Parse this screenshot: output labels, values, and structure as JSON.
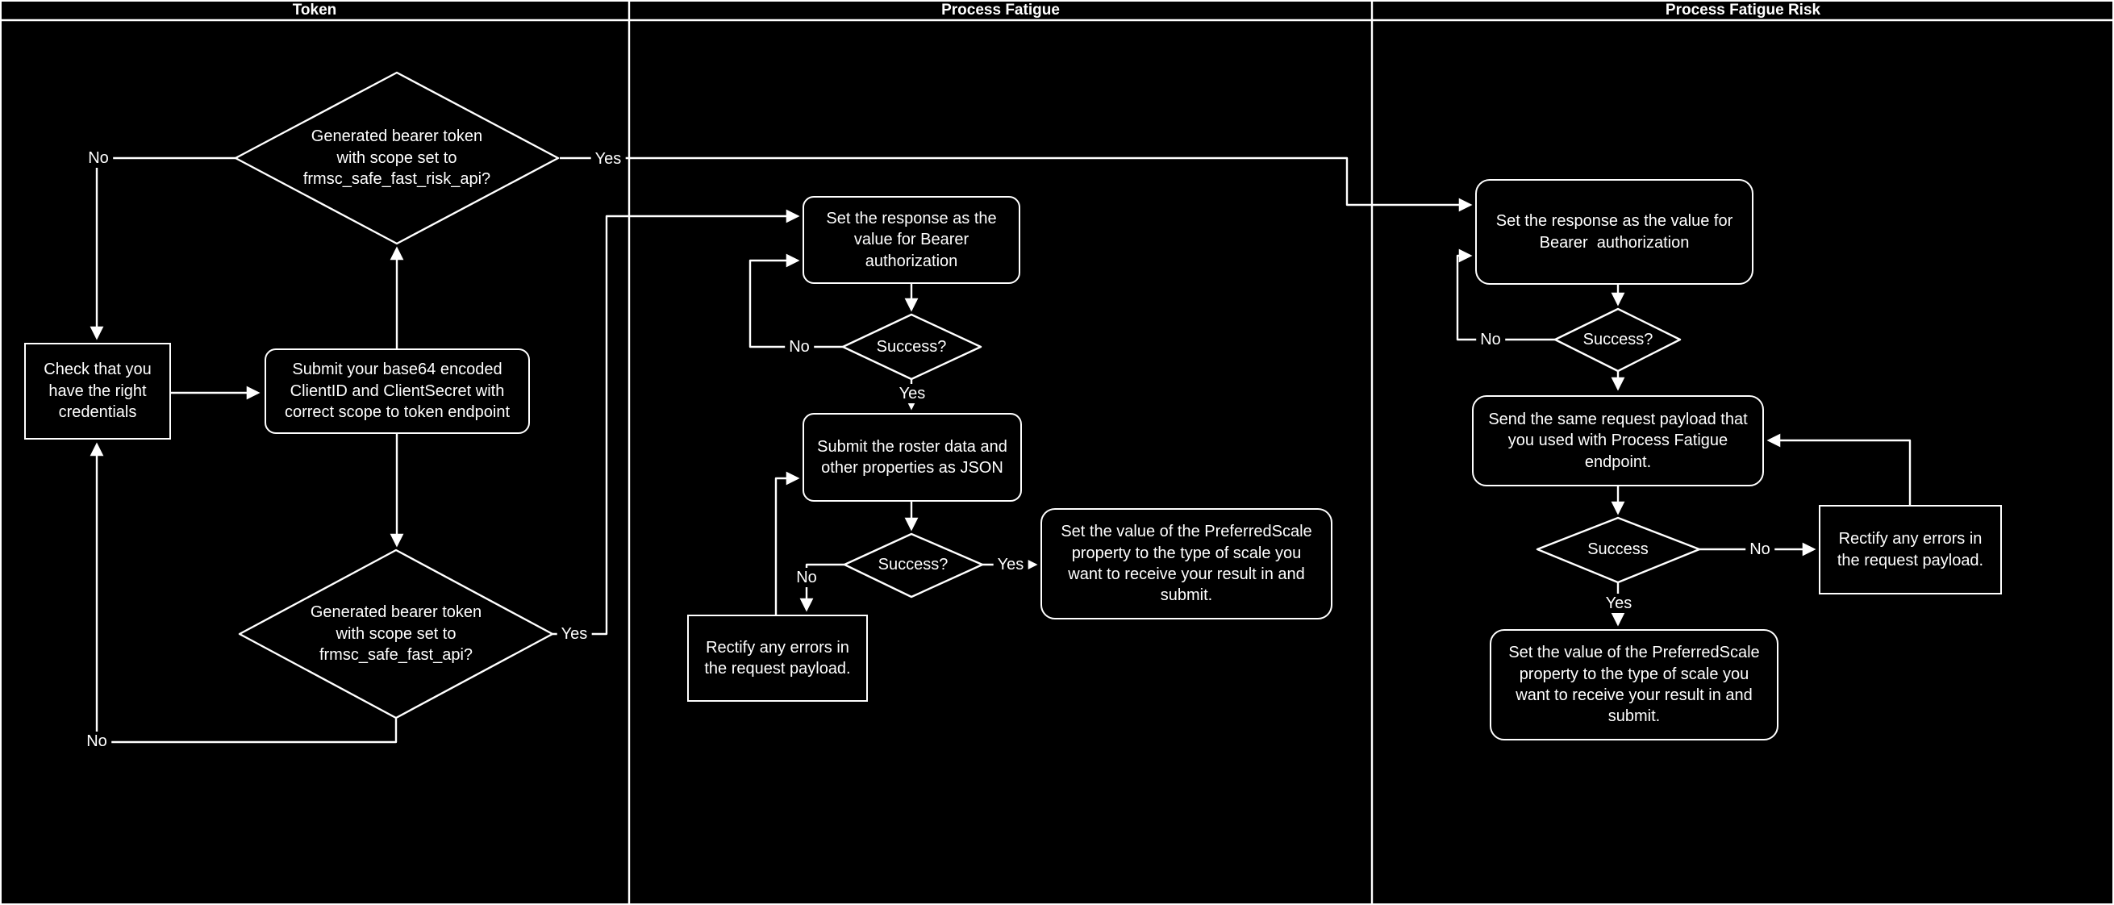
{
  "swimlanes": {
    "token": "Token",
    "process_fatigue": "Process Fatigue",
    "process_fatigue_risk": "Process Fatigue Risk"
  },
  "token": {
    "diamond_risk_scope": "Generated bearer token\nwith scope set to\nfrmsc_safe_fast_risk_api?",
    "check_credentials": "Check that you\nhave the right\ncredentials",
    "submit_credentials": "Submit your base64 encoded\nClientID and ClientSecret with\ncorrect scope to token endpoint",
    "diamond_fast_scope": "Generated bearer token\nwith scope set to\nfrmsc_safe_fast_api?",
    "label_no_top": "No",
    "label_yes_top": "Yes",
    "label_no_bottom": "No",
    "label_yes_bottom": "Yes"
  },
  "process_fatigue": {
    "set_response": "Set the response as the\nvalue for Bearer\nauthorization",
    "success_1": "Success?",
    "label_no_1": "No",
    "label_yes_1": "Yes",
    "submit_roster": "Submit the roster data and\nother properties as JSON",
    "success_2": "Success?",
    "label_no_2": "No",
    "label_yes_2": "Yes",
    "rectify": "Rectify any errors in\nthe request payload.",
    "set_scale": "Set the value of the PreferredScale\nproperty to the type of scale you\nwant to receive your result in and\nsubmit."
  },
  "process_fatigue_risk": {
    "set_response": "Set the response as the value for\nBearer  authorization",
    "success_1": "Success?",
    "label_no_1": "No",
    "send_payload": "Send the same request payload that\nyou used with Process Fatigue\nendpoint.",
    "success_2": "Success",
    "label_no_2": "No",
    "label_yes_2": "Yes",
    "rectify": "Rectify any errors in\nthe request payload.",
    "set_scale": "Set the value of the PreferredScale\nproperty to the type of scale you\nwant to receive your result in and\nsubmit."
  },
  "colors": {
    "background": "#000000",
    "line": "#ffffff",
    "text": "#ffffff"
  }
}
